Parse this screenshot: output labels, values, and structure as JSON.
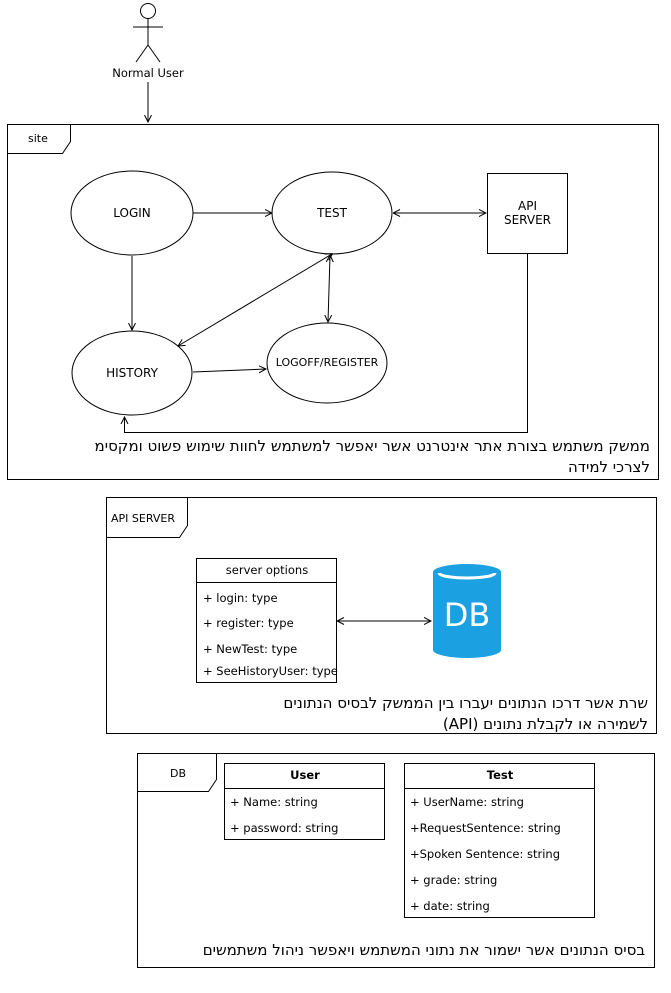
{
  "actor": {
    "label": "Normal User"
  },
  "site": {
    "tab": "site",
    "nodes": {
      "login": "LOGIN",
      "test": "TEST",
      "history": "HISTORY",
      "logoff": "LOGOFF/REGISTER",
      "api_line1": "API",
      "api_line2": "SERVER"
    },
    "description_line1": "ממשק משתמש בצורת אתר אינטרנט אשר יאפשר למשתמש לחוות שימוש פשוט ומקסימ",
    "description_line2": "לצרכי למידה"
  },
  "api": {
    "tab": "API SERVER",
    "class_title": "server options",
    "attrs": [
      "+ login: type",
      "+ register: type",
      "+ NewTest: type",
      "+ SeeHistoryUser: type"
    ],
    "db_label": "DB",
    "db_color": "#1BA1E2",
    "description_line1": "שרת אשר דרכו הנתונים יעברו בין הממשק לבסיס הנתונים",
    "description_line2": "לשמירה או לקבלת נתונים (API)"
  },
  "db": {
    "tab": "DB",
    "user": {
      "title": "User",
      "attrs": [
        "+ Name: string",
        "+ password: string"
      ]
    },
    "test": {
      "title": "Test",
      "attrs": [
        "+ UserName: string",
        "+RequestSentence: string",
        "+Spoken Sentence: string",
        "+ grade: string",
        "+ date: string"
      ]
    },
    "description": "בסיס הנתונים אשר ישמור את נתוני המשתמש ויאפשר ניהול משתמשים"
  }
}
